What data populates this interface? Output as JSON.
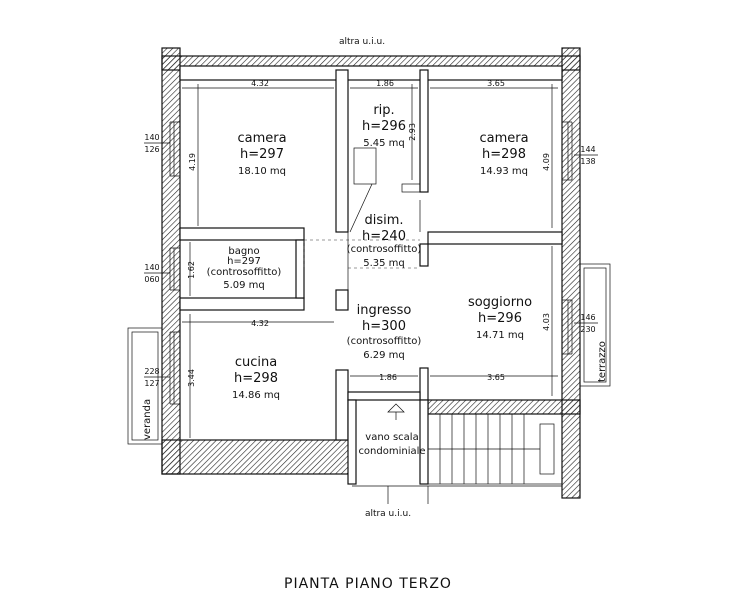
{
  "labels": {
    "neighbor_top": "altra u.i.u.",
    "neighbor_bottom": "altra u.i.u.",
    "title": "PIANTA PIANO TERZO",
    "veranda": "veranda",
    "terrazzo": "terrazzo"
  },
  "rooms": {
    "camera1": {
      "name": "camera",
      "h": "h=297",
      "area": "18.10 mq"
    },
    "rip": {
      "name": "rip.",
      "h": "h=296",
      "area": "5.45 mq"
    },
    "camera2": {
      "name": "camera",
      "h": "h=298",
      "area": "14.93 mq"
    },
    "bagno": {
      "name": "bagno",
      "h": "h=297",
      "note": "(controsoffitto)",
      "area": "5.09 mq"
    },
    "disim": {
      "name": "disim.",
      "h": "h=240",
      "note": "(controsoffitto)",
      "area": "5.35 mq"
    },
    "ingresso": {
      "name": "ingresso",
      "h": "h=300",
      "note": "(controsoffitto)",
      "area": "6.29 mq"
    },
    "soggiorno": {
      "name": "soggiorno",
      "h": "h=296",
      "area": "14.71 mq"
    },
    "cucina": {
      "name": "cucina",
      "h": "h=298",
      "area": "14.86 mq"
    },
    "scala": {
      "line1": "vano scala",
      "line2": "condominiale"
    }
  },
  "dimensions": {
    "camera1_w": "4.32",
    "camera1_h": "4.19",
    "rip_w": "1.86",
    "rip_h": "2.93",
    "camera2_w": "3.65",
    "camera2_h": "4.09",
    "bagno_h": "1.62",
    "cucina_w": "4.32",
    "cucina_h": "3.44",
    "soggiorno_h": "4.03",
    "ingresso_w": "1.86",
    "soggiorno_w": "3.65"
  },
  "openings": {
    "left1_top": "140",
    "left1_bot": "126",
    "left2_top": "140",
    "left2_bot": "060",
    "left3_top": "228",
    "left3_bot": "127",
    "right1_top": "144",
    "right1_bot": "138",
    "right2_top": "146",
    "right2_bot": "230"
  }
}
